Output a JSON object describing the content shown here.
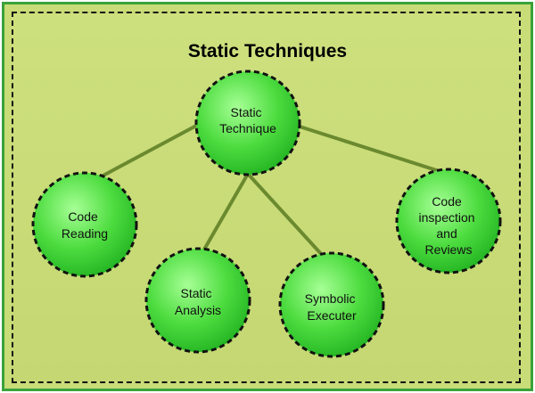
{
  "title": "Static Techniques",
  "colors": {
    "frame_fill": "#c8dc78",
    "frame_border": "#3aa23a",
    "node_fill_light": "#8af57a",
    "node_fill_dark": "#2fc52f",
    "connector": "#6b8a2f",
    "outline": "#111111"
  },
  "nodes": {
    "root": {
      "lines": [
        "Static",
        "Technique"
      ]
    },
    "code_reading": {
      "lines": [
        "Code",
        "Reading"
      ]
    },
    "static_analysis": {
      "lines": [
        "Static",
        "Analysis"
      ]
    },
    "symbolic_executer": {
      "lines": [
        "Symbolic",
        "Executer"
      ]
    },
    "code_inspection": {
      "lines": [
        "Code",
        "inspection",
        "and",
        "Reviews"
      ]
    }
  }
}
